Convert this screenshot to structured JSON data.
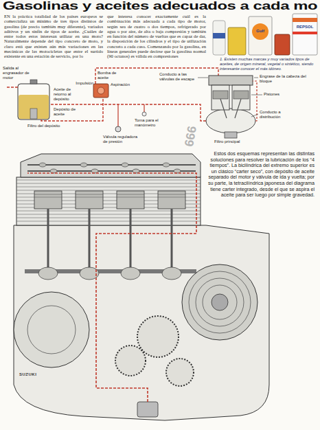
{
  "diagram": {
    "title": "Gasolinas y aceites adecuados a cada mo",
    "caption": "1. Existen muchas marcas y muy variados tipos de aceites, de origen mineral, vegetal o sintético, siendo interesante conocer el más idóneo.",
    "labels": [
      "EN la práctica totalidad de los países europeos se comercializa un mínimo de tres tipos distintos de gasolina (de precio también muy diferente), variados aditivos y un sinfín de tipos de aceite. ¿Cuáles de entre todos estos interesan utilizar en una moto? Naturalmente depende del tipo concreto de moto, y claro está que existen aún más variaciones en las mecánicas de las motocicletas que entre el surtido existente en una estación de servicio, por lo",
      "que interesa conocer exactamente cuál es la combinación más adecuada a cada tipo de motor, según sea de cuatro o dos tiempos, refrigerado por agua o por aire, de alta o baja compresión y también en función del número de vueltas que es capaz de dar, la disposición de los cilindros y el tipo de utilización concreto a cada caso. Comenzando por la gasolina, en líneas generales puede decirse que la gasolina normal (90 octanos) es válida en compresiones",
      "Gulf",
      "REPSOL",
      "Salida al engrasador de motor",
      "Aceite de retorno al depósito",
      "Depósito de aceite",
      "Filtro del depósito",
      "Bomba de aceite",
      "Impulsión",
      "Aspiración",
      "Toma para el manómetro",
      "Válvula reguladora de presión",
      "Conducto a las válvulas de escape",
      "Engrase de la cabeza del bloque",
      "Pistones",
      "Conducto a distribución",
      "Filtro principal",
      "Estos dos esquemas representan las distintas soluciones para resolver la lubricación de los “4 tiempos”. La bicilíndrica del extremo superior es un clásico “carter seco”, con depósito de aceite separado del motor y válvula de ida y vuelta; por su parte, la tetracilíndrica japonesa del diagrama tiene carter integrado, desde el que se aspira el aceite para ser luego por simple gravedad.",
      "SUZUKI",
      "666"
    ]
  }
}
